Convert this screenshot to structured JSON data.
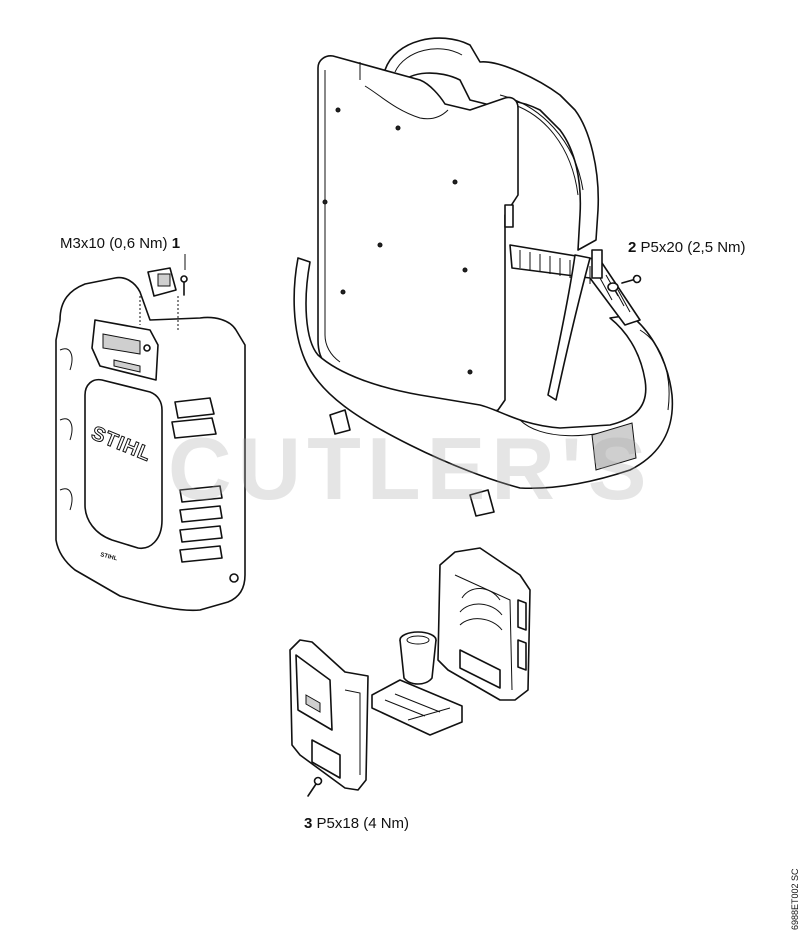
{
  "callouts": {
    "c1": {
      "number": "1",
      "text": "M3x10 (0,6 Nm)"
    },
    "c2": {
      "number": "2",
      "text": "P5x20 (2,5 Nm)"
    },
    "c3": {
      "number": "3",
      "text": "P5x18 (4 Nm)"
    }
  },
  "battery": {
    "brand_text": "STIHL",
    "small_label": "STIHL"
  },
  "watermark": "CUTLER'S",
  "figure_id": "6988ET002 SC"
}
